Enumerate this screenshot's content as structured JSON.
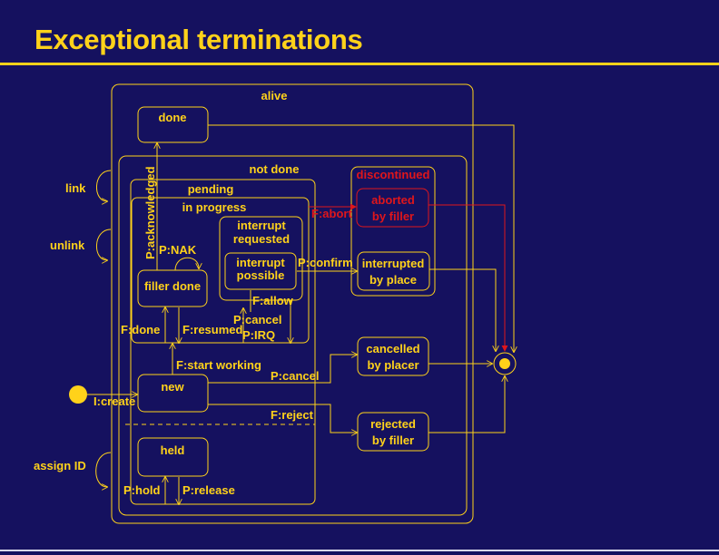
{
  "title": "Exceptional terminations",
  "colors": {
    "background": "#15115f",
    "accent": "#ffd21a",
    "exception": "#e0161b",
    "bottom_rule": "#d8d8e8"
  },
  "states": {
    "alive": "alive",
    "done": "done",
    "not_done": "not done",
    "pending": "pending",
    "in_progress": "in progress",
    "interrupt_requested": [
      "interrupt",
      "requested"
    ],
    "interrupt_possible": [
      "interrupt",
      "possible"
    ],
    "filler_done": "filler done",
    "discontinued": "discontinued",
    "aborted_by_filler": [
      "aborted",
      "by filler"
    ],
    "interrupted_by_place": [
      "interrupted",
      "by place"
    ],
    "cancelled_by_placer": [
      "cancelled",
      "by placer"
    ],
    "rejected_by_filler": [
      "rejected",
      "by filler"
    ],
    "new": "new",
    "held": "held"
  },
  "transitions": {
    "link": "link",
    "unlink": "unlink",
    "assign_id": "assign ID",
    "create": "I:create",
    "acknowledged": "P:acknowledged",
    "nak": "P:NAK",
    "abort": "F:abort",
    "confirm": "P:confirm",
    "allow": "F:allow",
    "cancel_irq": [
      "P:cancel",
      "P:IRQ"
    ],
    "done": "F:done",
    "resumed": "F:resumed",
    "start_working": "F:start working",
    "cancel": "P:cancel",
    "reject": "F:reject",
    "hold": "P:hold",
    "release": "P:release"
  }
}
